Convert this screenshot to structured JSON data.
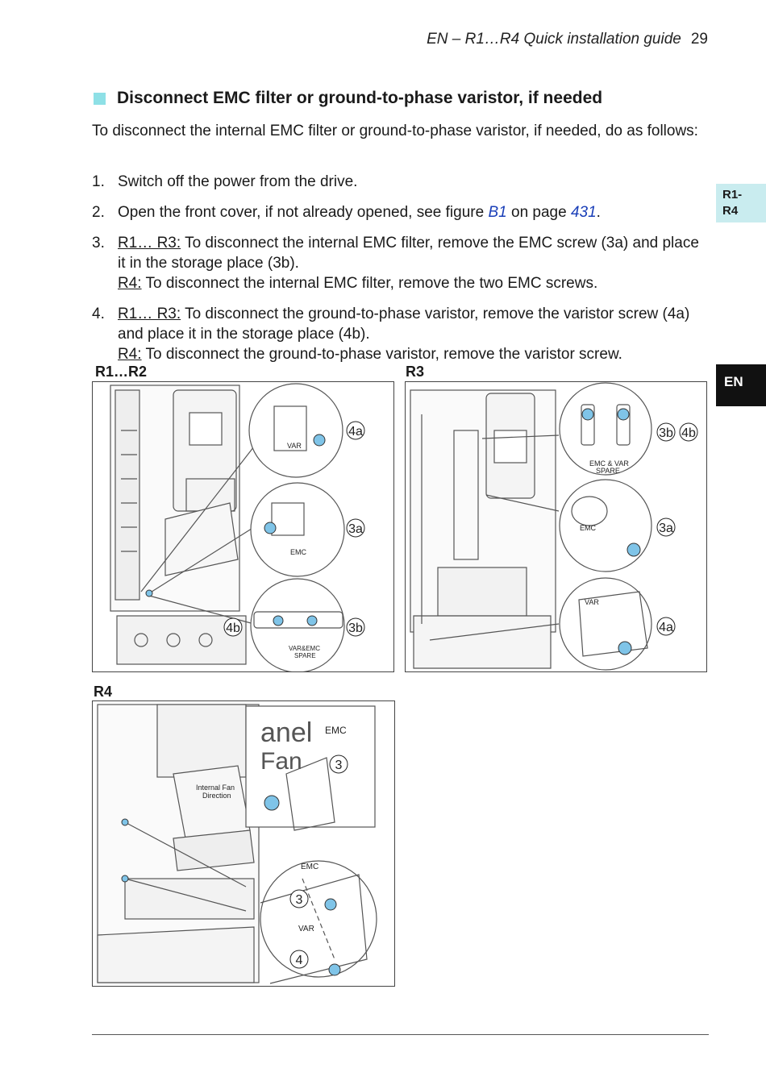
{
  "header": {
    "title": "EN – R1…R4 Quick installation guide",
    "page": "29"
  },
  "side_tabs": {
    "frames": "R1-\nR4",
    "frames_line1": "R1-",
    "frames_line2": "R4",
    "language": "EN"
  },
  "section": {
    "title": "Disconnect EMC filter or ground-to-phase varistor, if needed"
  },
  "intro": "To disconnect the internal EMC filter or ground-to-phase varistor, if needed, do as follows:",
  "steps": [
    {
      "num": "1.",
      "text": "Switch off the power from the drive."
    },
    {
      "num": "2.",
      "pre": "Open the front cover, if not already opened, see figure ",
      "fig_ref": "B1",
      "mid": " on page ",
      "page_ref": "431",
      "post": "."
    },
    {
      "num": "3.",
      "a_tag": "R1… R3:",
      "a_text": " To disconnect the internal EMC filter, remove the EMC screw (3a) and place it in the storage place (3b).",
      "b_tag": "R4:",
      "b_text": " To disconnect the internal EMC filter, remove the two EMC screws."
    },
    {
      "num": "4.",
      "a_tag": "R1… R3:",
      "a_text": " To disconnect the ground-to-phase varistor, remove the varistor screw (4a) and place it in the storage place (4b).",
      "b_tag": "R4:",
      "b_text": " To disconnect the ground-to-phase varistor, remove the varistor screw."
    }
  ],
  "figures": {
    "r1r2": {
      "label": "R1…R2",
      "callouts": [
        "4a",
        "3a",
        "4b",
        "3b"
      ],
      "varemc_text": "VAR&EMC",
      "spare_text": "SPARE",
      "var_text": "VAR",
      "emc_text": "EMC"
    },
    "r3": {
      "label": "R3",
      "callouts": [
        "3b",
        "4b",
        "3a",
        "4a"
      ],
      "emcvar_text": "EMC & VAR",
      "spare_text": "SPARE",
      "emc_text": "EMC",
      "var_text": "VAR"
    },
    "r4": {
      "label": "R4",
      "callouts": [
        "3",
        "3",
        "4"
      ],
      "panel_text": "anel",
      "fan_text": "Fan",
      "emc_text": "EMC",
      "var_text": "VAR",
      "internal_fan": "Internal Fan",
      "direction": "Direction"
    }
  },
  "colors": {
    "accent": "#8ee0e6",
    "tab_bg": "#c9ecef",
    "link": "#1a3fb8",
    "screw": "#7fc4e8"
  }
}
